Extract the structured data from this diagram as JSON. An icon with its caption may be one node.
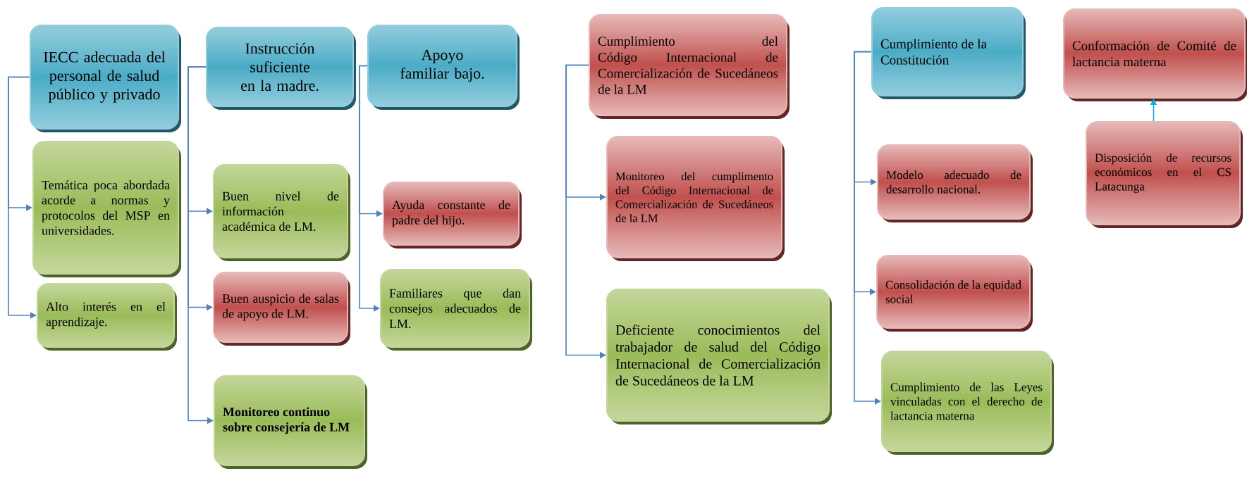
{
  "diagram": {
    "nodes": [
      {
        "text": [
          "IECC adecuada del personal de salud público y privado"
        ]
      },
      {
        "text": [
          "Temática poca abordada acorde a normas y protocolos del MSP en universidades."
        ]
      },
      {
        "text": [
          "Alto interés en el aprendizaje."
        ]
      },
      {
        "text": [
          "Instrucción suficiente en la madre."
        ]
      },
      {
        "text": [
          "Buen nivel de información académica de LM."
        ]
      },
      {
        "text": [
          "Buen auspicio de salas de apoyo de LM."
        ]
      },
      {
        "text": [
          "Monitoreo continuo sobre consejería de LM"
        ]
      },
      {
        "text": [
          "Apoyo familiar bajo."
        ]
      },
      {
        "text": [
          "Ayuda constante de padre del hijo."
        ]
      },
      {
        "text": [
          "Familiares que dan consejos adecuados de LM."
        ]
      },
      {
        "text": [
          "Cumplimiento del Código Internacional de Comercialización de Sucedáneos de la LM"
        ]
      },
      {
        "text": [
          "Monitoreo del cumplimento del Código Internacional de Comercialización de Sucedáneos de la LM"
        ]
      },
      {
        "text": [
          "Deficiente conocimientos del trabajador de salud del Código Internacional de Comercialización de Sucedáneos de la LM"
        ]
      },
      {
        "text": [
          "Cumplimiento de la Constitución"
        ]
      },
      {
        "text": [
          "Modelo adecuado de desarrollo nacional."
        ]
      },
      {
        "text": [
          "Consolidación de la equidad social"
        ]
      },
      {
        "text": [
          "Cumplimiento de las Leyes vinculadas con el derecho de lactancia materna"
        ]
      },
      {
        "text": [
          "Conformación de Comité de lactancia materna"
        ]
      },
      {
        "text": [
          "Disposición de recursos económicos en el CS Latacunga"
        ]
      }
    ],
    "edges": [
      {
        "from": 0,
        "to": 1,
        "arrow": "to"
      },
      {
        "from": 0,
        "to": 2,
        "arrow": "to"
      },
      {
        "from": 3,
        "to": 4,
        "arrow": "to"
      },
      {
        "from": 3,
        "to": 5,
        "arrow": "to"
      },
      {
        "from": 3,
        "to": 6,
        "arrow": "to"
      },
      {
        "from": 7,
        "to": 8,
        "arrow": "to"
      },
      {
        "from": 7,
        "to": 9,
        "arrow": "to"
      },
      {
        "from": 10,
        "to": 11,
        "arrow": "to"
      },
      {
        "from": 10,
        "to": 12,
        "arrow": "to"
      },
      {
        "from": 13,
        "to": 14,
        "arrow": "to"
      },
      {
        "from": 13,
        "to": 15,
        "arrow": "to"
      },
      {
        "from": 13,
        "to": 16,
        "arrow": "to"
      },
      {
        "from": 18,
        "to": 17,
        "arrow": "to",
        "color": "#00b0f0"
      }
    ]
  }
}
